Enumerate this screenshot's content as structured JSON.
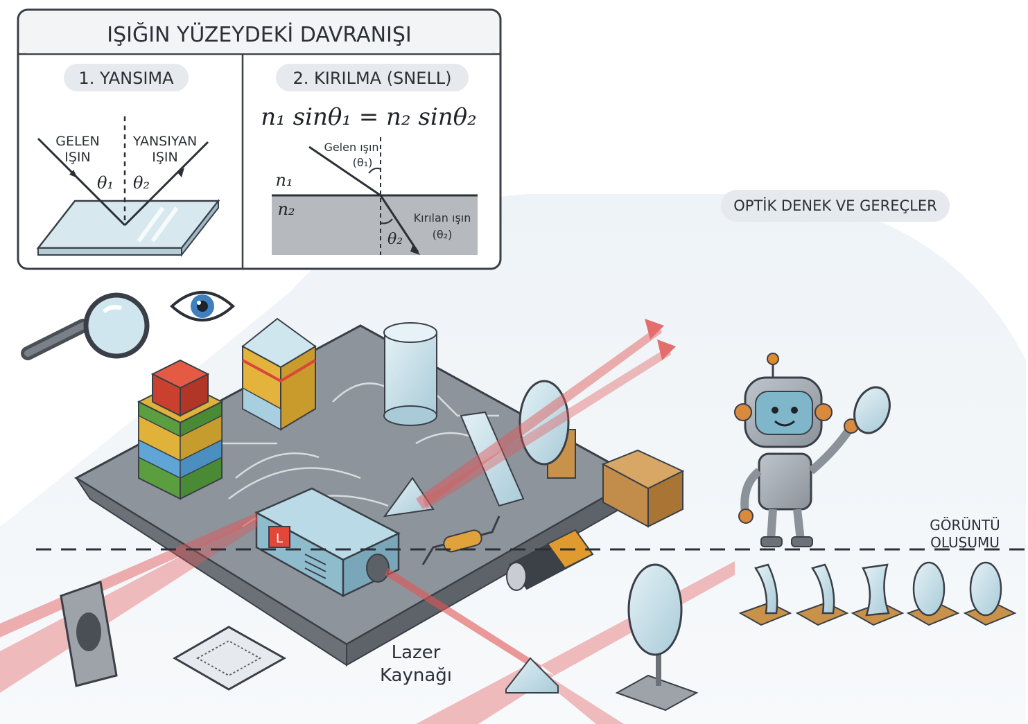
{
  "panel": {
    "title": "IŞIĞIN YÜZEYDEKİ DAVRANIŞI",
    "reflection": {
      "heading": "1. YANSIMA",
      "incident_line1": "GELEN",
      "incident_line2": "IŞIN",
      "reflected_line1": "YANSIYAN",
      "reflected_line2": "IŞIN",
      "theta1": "θ₁",
      "theta2": "θ₂"
    },
    "refraction": {
      "heading": "2. KIRILMA (SNELL)",
      "formula": "n₁ sinθ₁ = n₂ sinθ₂",
      "incident_label": "Gelen ışın",
      "incident_theta": "(θ₁)",
      "n1": "n₁",
      "n2": "n₂",
      "theta2": "θ₂",
      "refracted_label": "Kırılan ışın",
      "refracted_theta": "(θ₂)"
    }
  },
  "badge_optics": "OPTİK DENEK VE GEREÇLER",
  "image_formation_line1": "GÖRÜNTÜ",
  "image_formation_line2": "OLUŞUMU",
  "laser_label_line1": "Lazer",
  "laser_label_line2": "Kaynağı",
  "laser_box_letter": "L",
  "colors": {
    "laser_beam": "#e25555",
    "panel_stroke": "#3a3f47",
    "badge_fill": "#e6e9ed",
    "glass": "#cfe6ef",
    "board": "#8e949c"
  }
}
